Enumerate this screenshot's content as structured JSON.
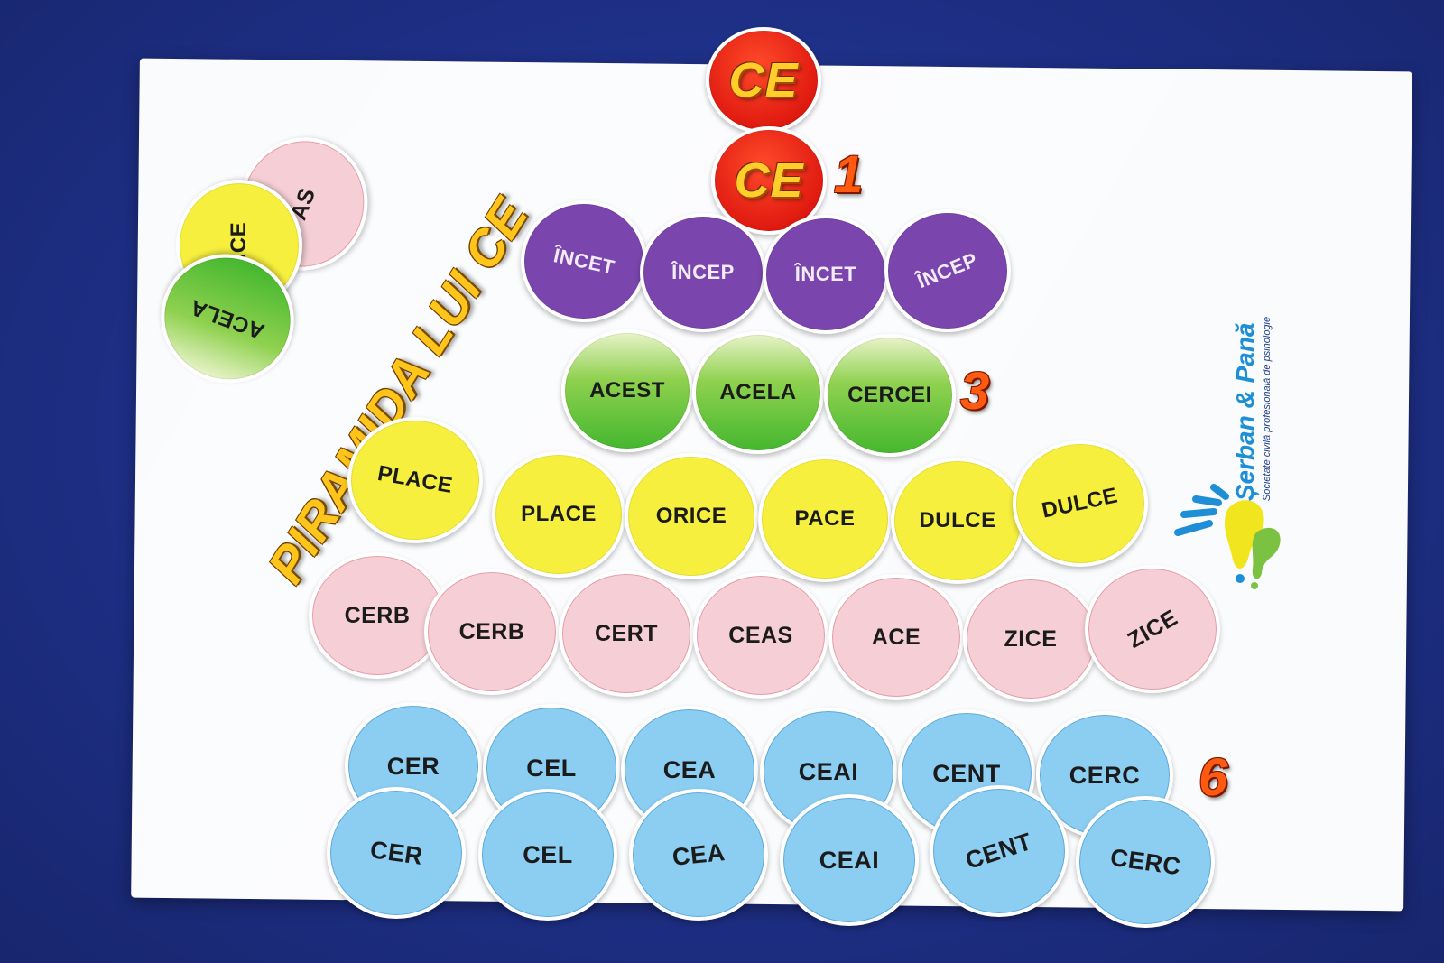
{
  "title": "PIRAMIDA LUI CE",
  "top_tokens": [
    "CE",
    "CE"
  ],
  "counts": {
    "row1": "1",
    "row3": "3",
    "row6": "6"
  },
  "purple_row": [
    "ÎNCET",
    "ÎNCEP",
    "ÎNCET",
    "ÎNCEP"
  ],
  "green_row": [
    "ACEST",
    "ACELA",
    "CERCEI"
  ],
  "yellow_row": [
    "PLACE",
    "PLACE",
    "ORICE",
    "PACE",
    "DULCE",
    "DULCE"
  ],
  "pink_row": [
    "CERB",
    "CERB",
    "CERT",
    "CEAS",
    "ACE",
    "ZICE",
    "ZICE"
  ],
  "blue_row_back": [
    "CER",
    "CEL",
    "CEA",
    "CEAI",
    "CENT",
    "CERC"
  ],
  "blue_row_front": [
    "CER",
    "CEL",
    "CEA",
    "CEAI",
    "CENT",
    "CERC"
  ],
  "stack": {
    "pink": "AS",
    "yellow": "ACE",
    "green": "ACELA"
  },
  "logo": {
    "name": "Șerban & Pană",
    "subtitle": "Societate civilă profesională de psihologie"
  },
  "colors": {
    "background": "#1e2f86",
    "purple": "#7a45ad",
    "yellow": "#f6ef3e",
    "pink": "#f5cfd5",
    "blue": "#8ccdf2",
    "red": "#e01a10",
    "green": "#45b72f"
  }
}
